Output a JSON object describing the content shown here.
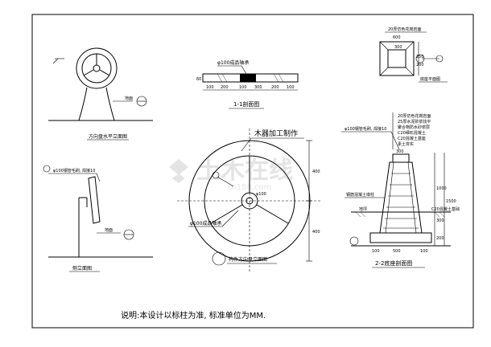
{
  "views": {
    "wheel_front": {
      "caption": "方向盘水平立面图",
      "level_label": "地面"
    },
    "side_view": {
      "caption": "侧立面图",
      "callout": "φ100钢管毛刷, 焊接10",
      "level_label": "地面"
    },
    "section_1_1": {
      "caption": "1-1剖面图",
      "callout": "φ100成品轴承",
      "dims_bottom": [
        "100",
        "200",
        "100",
        "300",
        "200",
        "100"
      ],
      "dim_left": "60"
    },
    "plan_base": {
      "caption": "底座平面图",
      "top_note": "20厚仿色花岗岩面",
      "dims": [
        "600",
        "300",
        "200",
        "250"
      ]
    },
    "wheel_plan": {
      "caption": "构件方向盘立面图",
      "woodwork_note": "木器加工制作",
      "bearing_note": "φ100成品轴承",
      "hub_dim": "φ100",
      "dims_right": [
        "400",
        "400"
      ]
    },
    "section_2_2": {
      "caption": "2-2底座剖面图",
      "top_callout": "φ100钢管毛刷, 焊接10",
      "left_note": "钢筋混凝土墩柱",
      "grade_label": "地坪",
      "layers": [
        "20厚仿色花岗岩面",
        "25厚水泥砂浆找平",
        "聚合物防水砂浆层",
        "C20细石混凝土",
        "C20混凝土基座",
        "素土夯实"
      ],
      "right_notes": [
        "C20混凝土基础"
      ],
      "dims_right": [
        "1000",
        "1500",
        "300",
        "200"
      ],
      "dims_top": [
        "300"
      ],
      "dims_bottom": [
        "100",
        "500",
        "100"
      ]
    }
  },
  "note": "说明:本设计以标柱为准, 标准单位为MM.",
  "watermark": {
    "text": "土木在线",
    "url_text": "co188.com"
  }
}
